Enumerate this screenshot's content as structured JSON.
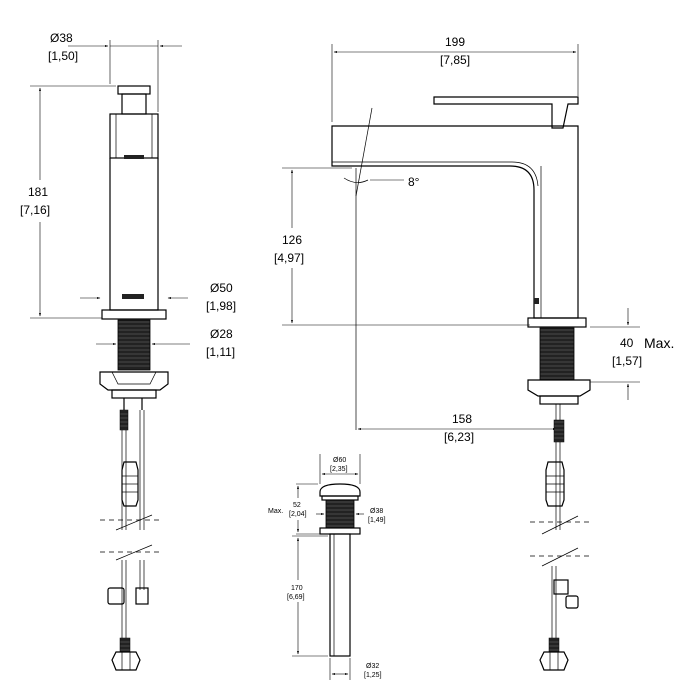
{
  "side_view": {
    "top_width": {
      "value": "Ø38",
      "imperial": "[1,50]"
    },
    "height": {
      "value": "181",
      "imperial": "[7,16]"
    },
    "base_width": {
      "value": "Ø50",
      "imperial": "[1,98]"
    },
    "shank_width": {
      "value": "Ø28",
      "imperial": "[1,11]"
    }
  },
  "front_view": {
    "overall_length": {
      "value": "199",
      "imperial": "[7,85]"
    },
    "angle": "8°",
    "spout_height": {
      "value": "126",
      "imperial": "[4,97]"
    },
    "spout_reach": {
      "value": "158",
      "imperial": "[6,23]"
    },
    "deck_thickness": {
      "value": "40",
      "imperial": "[1,57]",
      "note": "Max."
    }
  },
  "drain_view": {
    "cap_width": {
      "value": "Ø60",
      "imperial": "[2,35]"
    },
    "top_height": {
      "prefix": "Max.",
      "value": "52",
      "imperial": "[2,04]"
    },
    "body_width": {
      "value": "Ø38",
      "imperial": "[1,49]"
    },
    "tail_length": {
      "value": "170",
      "imperial": "[6,69]"
    },
    "tail_width": {
      "value": "Ø32",
      "imperial": "[1,25]"
    }
  }
}
